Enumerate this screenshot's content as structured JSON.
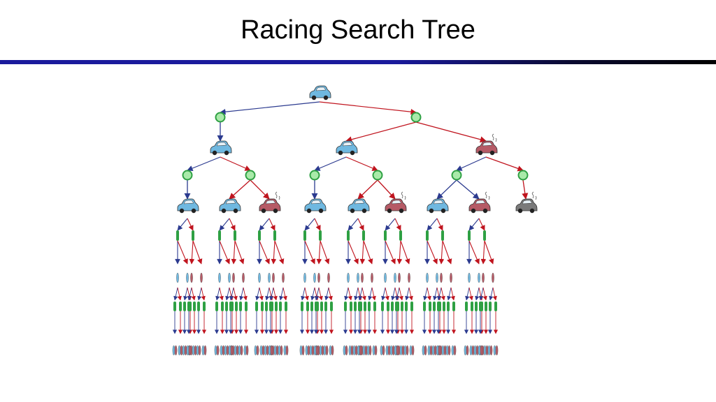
{
  "slide": {
    "title": "Racing Search Tree"
  },
  "colors": {
    "background": "#ffffff",
    "title_rule": "#1a1a9c",
    "slow_action": "#2b3a8f",
    "fast_action": "#c0141e",
    "chance_node_fill": "#a9eaa9",
    "chance_node_stroke": "#2ea043",
    "state_cool": "#6fb8e0",
    "state_warm": "#b65a66",
    "state_overheated": "#7a7a7a",
    "transition_bar": "#2ea043"
  },
  "icons": {
    "state": "car-icon",
    "chance": "chance-node-icon"
  },
  "diagram": {
    "type": "expectimax-search-tree",
    "legend": [],
    "root_state": "cool",
    "levels": [
      {
        "depth": 0,
        "states": [
          "cool"
        ]
      },
      {
        "depth": 1,
        "states": [
          "cool",
          "cool",
          "warm"
        ]
      },
      {
        "depth": 2,
        "states": [
          "cool",
          "cool",
          "warm",
          "cool",
          "cool",
          "warm",
          "cool",
          "warm",
          "overheated"
        ]
      }
    ]
  }
}
